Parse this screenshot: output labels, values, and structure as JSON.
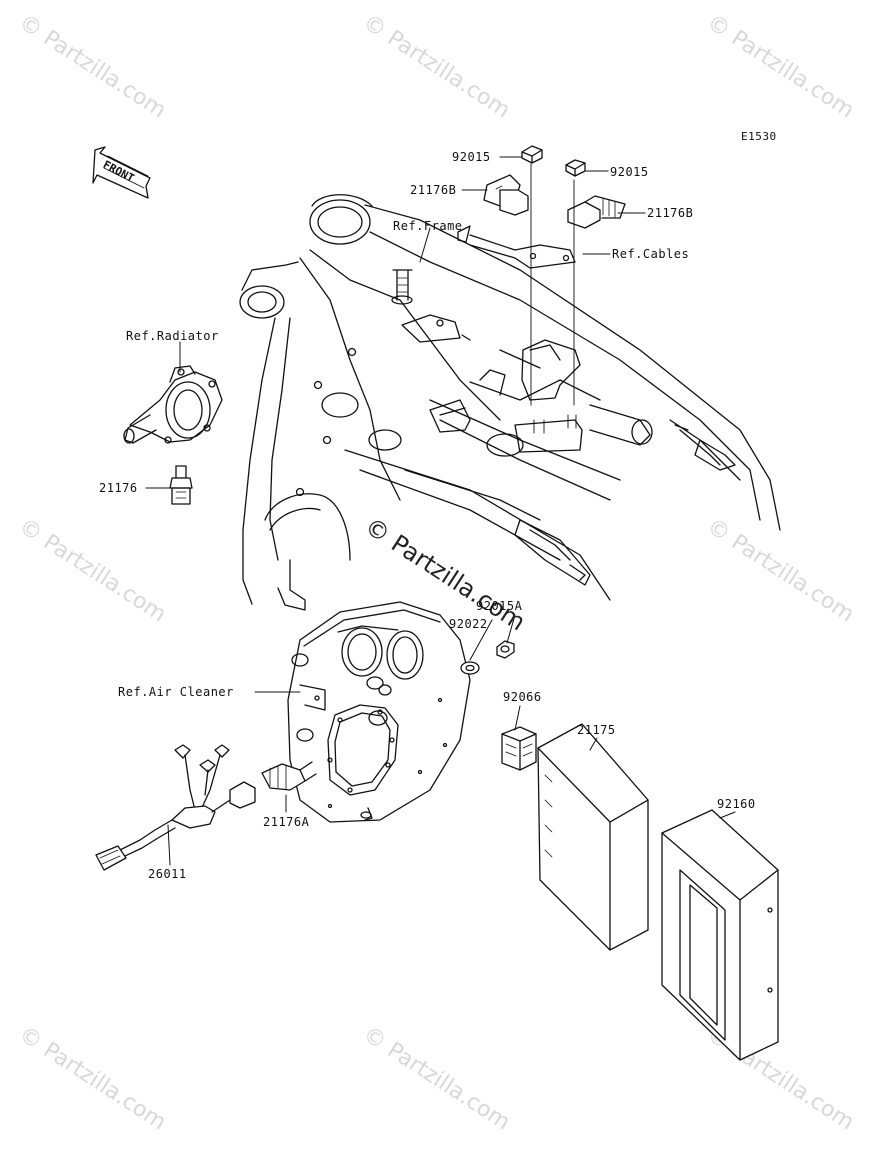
{
  "diagram_code": "E1530",
  "watermark_text": "© Partzilla.com",
  "front_label": "FRONT",
  "labels": {
    "p92015_left": "92015",
    "p92015_right": "92015",
    "p21176B_left": "21176B",
    "p21176B_right": "21176B",
    "ref_frame": "Ref.Frame",
    "ref_cables": "Ref.Cables",
    "ref_radiator": "Ref.Radiator",
    "p21176": "21176",
    "p92015A": "92015A",
    "p92022": "92022",
    "ref_air_cleaner": "Ref.Air Cleaner",
    "p92066": "92066",
    "p21175": "21175",
    "p92160": "92160",
    "p21176A": "21176A",
    "p26011": "26011"
  }
}
